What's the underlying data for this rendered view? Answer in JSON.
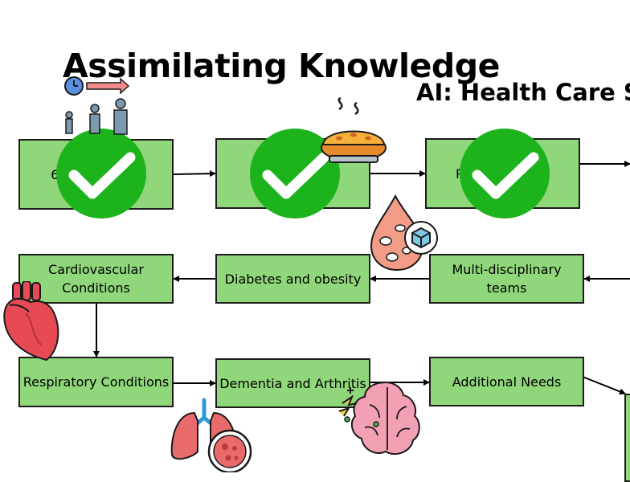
{
  "slide": {
    "title": "Assimilating Knowledge",
    "subtitle": "AI: Health Care S"
  },
  "boxes": {
    "b1": "6 Million Lives",
    "b2": "",
    "b3": "P",
    "b4": "Cardiovascular Conditions",
    "b5": "Diabetes and obesity",
    "b6": "Multi-disciplinary teams",
    "b7": "Respiratory Conditions",
    "b8": "Dementia and Arthritis",
    "b9": "Additional Needs"
  },
  "colors": {
    "box_fill": "#8fd77a",
    "check_fill": "#1db31d",
    "border": "#1c1c1c"
  },
  "icons": [
    "people-timeline-icon",
    "pie-icon",
    "blood-drop-icon",
    "heart-icon",
    "lungs-icon",
    "brain-icon",
    "checkmark-icon"
  ]
}
